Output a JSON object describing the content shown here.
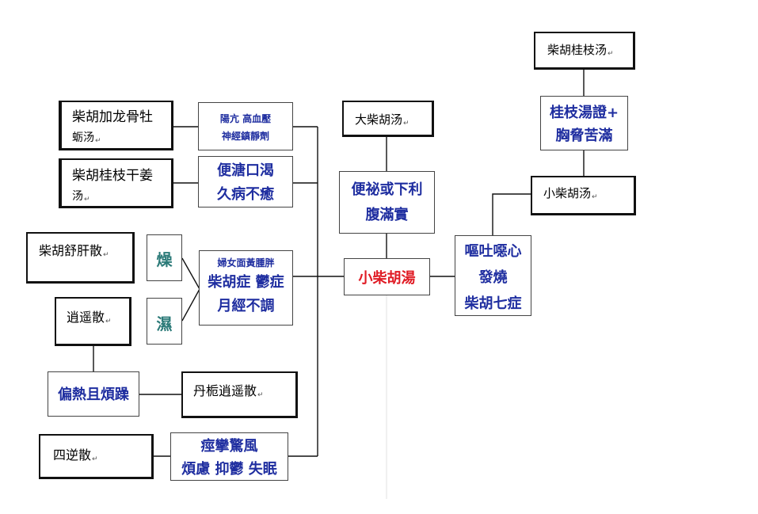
{
  "nodes": {
    "chaihu_jiagui_box": {
      "line1": "柴胡桂枝汤",
      "mark": "↵"
    },
    "guizhi_symptom": {
      "line1": "桂枝湯證+",
      "line2": "胸脅苦滿"
    },
    "xiaochaihu_small": {
      "line1": "小柴胡汤",
      "mark": "↵"
    },
    "dachaihu": {
      "line1": "大柴胡汤",
      "mark": "↵"
    },
    "constipation": {
      "line1": "便祕或下利",
      "line2": "腹滿實"
    },
    "xiaochaihu_center": {
      "line1": "小柴胡湯"
    },
    "vomit": {
      "line1": "嘔吐噁心",
      "line2": "發燒",
      "line3": "柴胡七症"
    },
    "longmu": {
      "line1": "柴胡加龙骨牡",
      "line2": "蛎汤",
      "mark": "↵"
    },
    "yangkang": {
      "line1": "陽亢  高血壓",
      "line2": "神經鎮靜劑"
    },
    "guizhi_ganjiang": {
      "line1": "柴胡桂枝干姜",
      "line2": "汤",
      "mark": "↵"
    },
    "biantang": {
      "line1": "便溏口渴",
      "line2": "久病不癒"
    },
    "shugan": {
      "line1": "柴胡舒肝散",
      "mark": "↵"
    },
    "zao": {
      "line1": "燥"
    },
    "shi": {
      "line1": "濕"
    },
    "women": {
      "line1": "婦女面黃腫胖",
      "line2": "柴胡症  鬱症",
      "line3": "月經不調"
    },
    "xiaoyao": {
      "line1": "逍遥散",
      "mark": "↵"
    },
    "pianre": {
      "line1": "偏熱且煩躁"
    },
    "danzhi": {
      "line1": "丹栀逍遥散",
      "mark": "↵"
    },
    "sini": {
      "line1": "四逆散",
      "mark": "↵"
    },
    "jingluan": {
      "line1": "痙攣驚風",
      "line2": "煩慮  抑鬱  失眠"
    }
  },
  "colors": {
    "blue_text": "#1f2ea0",
    "red_text": "#e01b24",
    "teal_text": "#2b7a78",
    "line": "#111111"
  }
}
